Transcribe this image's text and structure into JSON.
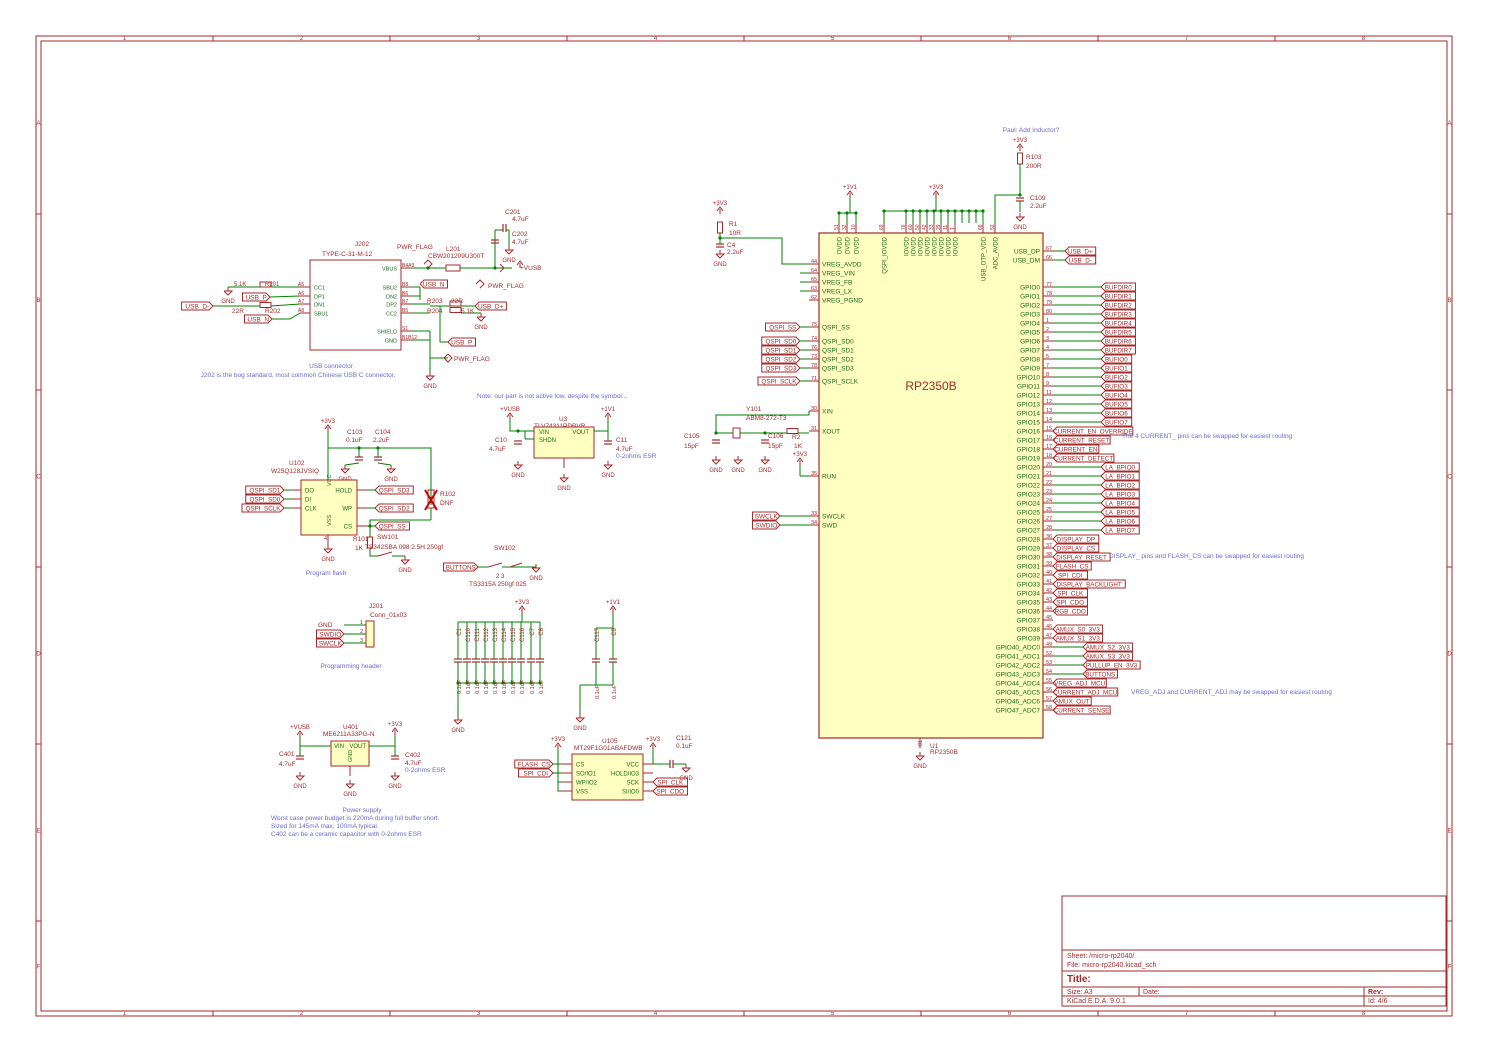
{
  "colors": {
    "frame": "#a52a2a",
    "wire": "#008000",
    "body_fill": "#ffffc2",
    "label": "#a52a2a",
    "note": "#6b6bcc",
    "text": "#1a6a1a"
  },
  "frame": {
    "cols": [
      "1",
      "2",
      "3",
      "4",
      "5",
      "6",
      "7",
      "8"
    ],
    "rows": [
      "A",
      "B",
      "C",
      "D",
      "E",
      "F"
    ]
  },
  "title_block": {
    "sheet": "Sheet: /micro-rp2040/",
    "file": "File: micro-rp2040.kicad_sch",
    "title": "Title:",
    "size": "Size: A3",
    "date": "Date:",
    "rev": "Rev:",
    "tool": "KiCad E.D.A. 9.0.1",
    "id": "Id: 4/6"
  },
  "notes": {
    "paul": "Paul: Add Inductor?",
    "active_low": "Note: our part is not active low, despite the symbol...",
    "usb_title": "USB connector",
    "usb_desc": "J202 is the bog standard, most common Chinese USB C connector.",
    "flash": "Program flash",
    "prog_header": "Programming header",
    "power_title": "Power supply",
    "power_1": "Worst case power budget is 220mA during full buffer short.",
    "power_2": "Sized for 145mA max, 100mA typical.",
    "power_3": "C402 can be a ceramic capacitor with 0-2ohms ESR",
    "current_swap": "The 4 CURRENT_ pins can be swapped for easiest routing",
    "display_swap": "DISPLAY_ pins and FLASH_CS can be swapped for easiest routing",
    "vreg_swap": "VREG_ADJ and CURRENT_ADJ may be swapped for easiest routing",
    "esr_u3": "0-2ohms ESR",
    "esr_u401": "0-2ohms ESR"
  },
  "mcu": {
    "ref": "U1",
    "value": "RP2350B",
    "name": "RP2350B",
    "left_pins": [
      {
        "name": "VREG_AVDD",
        "num": "44"
      },
      {
        "name": "VREG_VIN",
        "num": "64"
      },
      {
        "name": "VREG_FB",
        "num": "65"
      },
      {
        "name": "VREG_LX",
        "num": "63"
      },
      {
        "name": "VREG_PGND",
        "num": "62"
      },
      {
        "name": "QSPI_SS",
        "num": "75"
      },
      {
        "name": "QSPI_SD0",
        "num": "74"
      },
      {
        "name": "QSPI_SD1",
        "num": "76"
      },
      {
        "name": "QSPI_SD2",
        "num": "73"
      },
      {
        "name": "QSPI_SD3",
        "num": "78"
      },
      {
        "name": "QSPI_SCLK",
        "num": "71"
      },
      {
        "name": "XIN",
        "num": "30"
      },
      {
        "name": "XOUT",
        "num": "31"
      },
      {
        "name": "RUN",
        "num": "35"
      },
      {
        "name": "SWCLK",
        "num": "33"
      },
      {
        "name": "SWD",
        "num": "34"
      }
    ],
    "top_pins": [
      {
        "name": "DVDD",
        "num": "51"
      },
      {
        "name": "DVDD",
        "num": "32"
      },
      {
        "name": "DVDD",
        "num": "10"
      },
      {
        "name": "QSPI_IOVDD",
        "num": "69"
      },
      {
        "name": "IOVDD",
        "num": "76"
      },
      {
        "name": "IOVDD",
        "num": "60"
      },
      {
        "name": "IOVDD",
        "num": "50"
      },
      {
        "name": "IOVDD",
        "num": "42"
      },
      {
        "name": "IOVDD",
        "num": "33"
      },
      {
        "name": "IOVDD",
        "num": "29"
      },
      {
        "name": "IOVDD",
        "num": "11"
      },
      {
        "name": "IOVDD",
        "num": "1"
      },
      {
        "name": "USB_OTP_VDD",
        "num": "68"
      },
      {
        "name": "ADC_AVDD",
        "num": "52"
      }
    ],
    "right_pins": [
      {
        "name": "USB_DP",
        "num": "67",
        "net": "USB_D+"
      },
      {
        "name": "USB_DM",
        "num": "66",
        "net": "USB_D-"
      },
      {
        "name": "GPIO0",
        "num": "77",
        "net": "BUFDIR0"
      },
      {
        "name": "GPIO1",
        "num": "78",
        "net": "BUFDIR1"
      },
      {
        "name": "GPIO2",
        "num": "79",
        "net": "BUFDIR2"
      },
      {
        "name": "GPIO3",
        "num": "80",
        "net": "BUFDIR3"
      },
      {
        "name": "GPIO4",
        "num": "1",
        "net": "BUFDIR4"
      },
      {
        "name": "GPIO5",
        "num": "2",
        "net": "BUFDIR5"
      },
      {
        "name": "GPIO6",
        "num": "3",
        "net": "BUFDIR6"
      },
      {
        "name": "GPIO7",
        "num": "4",
        "net": "BUFDIR7"
      },
      {
        "name": "GPIO8",
        "num": "5",
        "net": "BUFIO0"
      },
      {
        "name": "GPIO9",
        "num": "7",
        "net": "BUFIO1"
      },
      {
        "name": "GPIO10",
        "num": "8",
        "net": "BUFIO2"
      },
      {
        "name": "GPIO11",
        "num": "9",
        "net": "BUFIO3"
      },
      {
        "name": "GPIO12",
        "num": "11",
        "net": "BUFIO4"
      },
      {
        "name": "GPIO13",
        "num": "12",
        "net": "BUFIO5"
      },
      {
        "name": "GPIO14",
        "num": "13",
        "net": "BUFIO6"
      },
      {
        "name": "GPIO15",
        "num": "14",
        "net": "BUFIO7"
      },
      {
        "name": "GPIO16",
        "num": "15",
        "net": "CURRENT_EN_OVERRIDE"
      },
      {
        "name": "GPIO17",
        "num": "16",
        "net": "CURRENT_RESET"
      },
      {
        "name": "GPIO18",
        "num": "17",
        "net": "CURRENT_EN"
      },
      {
        "name": "GPIO19",
        "num": "18",
        "net": "CURRENT_DETECT"
      },
      {
        "name": "GPIO20",
        "num": "20",
        "net": "LA_BPIO0"
      },
      {
        "name": "GPIO21",
        "num": "21",
        "net": "LA_BPIO1"
      },
      {
        "name": "GPIO22",
        "num": "22",
        "net": "LA_BPIO2"
      },
      {
        "name": "GPIO23",
        "num": "23",
        "net": "LA_BPIO3"
      },
      {
        "name": "GPIO24",
        "num": "24",
        "net": "LA_BPIO4"
      },
      {
        "name": "GPIO25",
        "num": "25",
        "net": "LA_BPIO5"
      },
      {
        "name": "GPIO26",
        "num": "27",
        "net": "LA_BPIO6"
      },
      {
        "name": "GPIO27",
        "num": "28",
        "net": "LA_BPIO7"
      },
      {
        "name": "GPIO28",
        "num": "36",
        "net": "DISPLAY_DP"
      },
      {
        "name": "GPIO29",
        "num": "37",
        "net": "DISPLAY_CS"
      },
      {
        "name": "GPIO30",
        "num": "38",
        "net": "DISPLAY_RESET"
      },
      {
        "name": "GPIO31",
        "num": "39",
        "net": "FLASH_CS"
      },
      {
        "name": "GPIO32",
        "num": "40",
        "net": "SPI_CDI"
      },
      {
        "name": "GPIO33",
        "num": "41",
        "net": "DISPLAY_BACKLIGHT"
      },
      {
        "name": "GPIO34",
        "num": "42",
        "net": "SPI_CLK"
      },
      {
        "name": "GPIO35",
        "num": "43",
        "net": "SPI_CDO"
      },
      {
        "name": "GPIO36",
        "num": "44",
        "net": "RGB_CDO"
      },
      {
        "name": "GPIO37",
        "num": "45",
        "net": ""
      },
      {
        "name": "GPIO38",
        "num": "46",
        "net": "AMUX_S0_3V3"
      },
      {
        "name": "GPIO39",
        "num": "47",
        "net": "AMUX_S1_3V3"
      },
      {
        "name": "GPIO40_ADC0",
        "num": "49",
        "net": "AMUX_S2_3V3"
      },
      {
        "name": "GPIO41_ADC1",
        "num": "52",
        "net": "AMUX_S3_3V3"
      },
      {
        "name": "GPIO42_ADC2",
        "num": "53",
        "net": "PULLUP_EN_3V3"
      },
      {
        "name": "GPIO43_ADC3",
        "num": "54",
        "net": "BUTTONS"
      },
      {
        "name": "GPIO44_ADC4",
        "num": "55",
        "net": "VREG_ADJ_MCU"
      },
      {
        "name": "GPIO45_ADC5",
        "num": "56",
        "net": "CURRENT_ADJ_MCU"
      },
      {
        "name": "GPIO46_ADC6",
        "num": "57",
        "net": "AMUX_OUT"
      },
      {
        "name": "GPIO47_ADC7",
        "num": "58",
        "net": "CURRENT_SENSE"
      }
    ],
    "gnd_pin": {
      "name": "GND",
      "num": "81"
    }
  },
  "mcu_labels": {
    "qspi": [
      "QSPI_SS",
      "QSPI_SD0",
      "QSPI_SD1",
      "QSPI_SD2",
      "QSPI_SD3",
      "QSPI_SCLK"
    ],
    "swd": [
      "SWCLK",
      "SWDIO"
    ]
  },
  "parts": {
    "r1": {
      "ref": "R1",
      "value": "10R"
    },
    "c4": {
      "ref": "C4",
      "value": "2.2uF"
    },
    "r103": {
      "ref": "R103",
      "value": "200R"
    },
    "c109": {
      "ref": "C109",
      "value": "2.2uF"
    },
    "y101": {
      "ref": "Y101",
      "value": "ABM8-272-T3"
    },
    "c105": {
      "ref": "C105",
      "value": "15pF"
    },
    "c106": {
      "ref": "C106",
      "value": "15pF"
    },
    "r2": {
      "ref": "R2",
      "value": "1K"
    },
    "j202": {
      "ref": "J202",
      "value": "TYPE-C-31-M-12",
      "pins_l": [
        "CC1",
        "DP1",
        "DN1",
        "SBU1"
      ],
      "nums_l": [
        "A5",
        "A6",
        "A7",
        "A8"
      ],
      "pins_r": [
        "VBUS",
        "SBU2",
        "DN2",
        "DP2",
        "CC2",
        "SHIELD",
        "GND"
      ],
      "nums_r": [
        "B4A9",
        "B8",
        "B6",
        "B7",
        "B5",
        "S1",
        "B1B12"
      ]
    },
    "r201": {
      "ref": "R201",
      "value": "5.1K"
    },
    "r202": {
      "ref": "R202",
      "value": "22R"
    },
    "r203": {
      "ref": "R203",
      "value": "22R"
    },
    "r204": {
      "ref": "R204",
      "value": "5.1K"
    },
    "l201": {
      "ref": "L201",
      "value": "CBW201209U300T"
    },
    "c201": {
      "ref": "C201",
      "value": "4.7uF"
    },
    "c202": {
      "ref": "C202",
      "value": "4.7uF"
    },
    "u3": {
      "ref": "U3",
      "value": "TLV74311PDBVR",
      "pins": [
        "VIN",
        "SHDN",
        "VOUT",
        "GND"
      ]
    },
    "c10": {
      "ref": "C10",
      "value": "4.7uF"
    },
    "c11": {
      "ref": "C11",
      "value": "4.7uF"
    },
    "u102": {
      "ref": "U102",
      "value": "W25Q128JVSIQ",
      "pins_l": [
        "DO",
        "DI",
        "CLK"
      ],
      "pins_r": [
        "HOLD",
        "WP",
        "CS"
      ],
      "vcc": "VCC",
      "vss": "VSS"
    },
    "c103": {
      "ref": "C103",
      "value": "0.1uF"
    },
    "c104": {
      "ref": "C104",
      "value": "2.2uF"
    },
    "r102": {
      "ref": "R102",
      "value": "DNF"
    },
    "r101": {
      "ref": "R101",
      "value": "1K"
    },
    "sw101": {
      "ref": "SW101",
      "value": "TS342SBA 098 2.5H 250gf"
    },
    "sw102": {
      "ref": "SW102",
      "value": "TS3315A 250gf 025"
    },
    "j201": {
      "ref": "J201",
      "value": "Conn_01x03"
    },
    "u401": {
      "ref": "U401",
      "value": "ME6211A33PG-N",
      "pins": [
        "VIN",
        "VOUT",
        "GND"
      ]
    },
    "c401": {
      "ref": "C401",
      "value": "4.7uF"
    },
    "c402": {
      "ref": "C402",
      "value": "4.7uF"
    },
    "u105": {
      "ref": "U105",
      "value": "MT29F1G01ABAFDWB",
      "pins_l": [
        "CS",
        "SO/IO1",
        "WP/IO2",
        "VSS"
      ],
      "pins_r": [
        "VCC",
        "HOLD/IO3",
        "SCK",
        "SI/IO0"
      ]
    },
    "c121": {
      "ref": "C121",
      "value": "0.1uF"
    }
  },
  "decoupling": {
    "group1_refs": [
      "C1",
      "C110",
      "C111",
      "C112",
      "C113",
      "C114",
      "C115",
      "C116",
      "C7",
      "C8"
    ],
    "group1_values": [
      "0.1uF",
      "0.1uF",
      "0.1uF",
      "0.1uF",
      "0.1uF",
      "0.1uF",
      "0.1uF",
      "0.1uF",
      "0.1uF",
      "0.1uF"
    ],
    "group2_refs": [
      "C117",
      "C9"
    ],
    "group2_values": [
      "0.1uF",
      "0.1uF"
    ]
  },
  "power": {
    "v3v3": "+3V3",
    "v1v1": "+1V1",
    "vusb": "+VUSB",
    "gnd": "GND",
    "pwr_flag": "PWR_FLAG"
  },
  "nets": {
    "usb_p": "USB_P",
    "usb_n": "USB_N",
    "usb_dm": "USB_D-",
    "usb_dp": "USB_D+",
    "qspi_sd1": "QSPI_SD1",
    "qspi_sd0": "QSPI_SD0",
    "qspi_sclk": "QSPI_SCLK",
    "qspi_sd3": "QSPI_SD3",
    "qspi_sd2": "QSPI_SD2",
    "qspi_ss": "QSPI_SS",
    "buttons": "BUTTONS",
    "swdio": "SWDIO",
    "swclk": "SWCLK",
    "flash_cs": "FLASH_CS",
    "spi_cdi": "SPI_CDI",
    "spi_clk": "SPI_CLK",
    "spi_cdo": "SPI_CDO"
  }
}
